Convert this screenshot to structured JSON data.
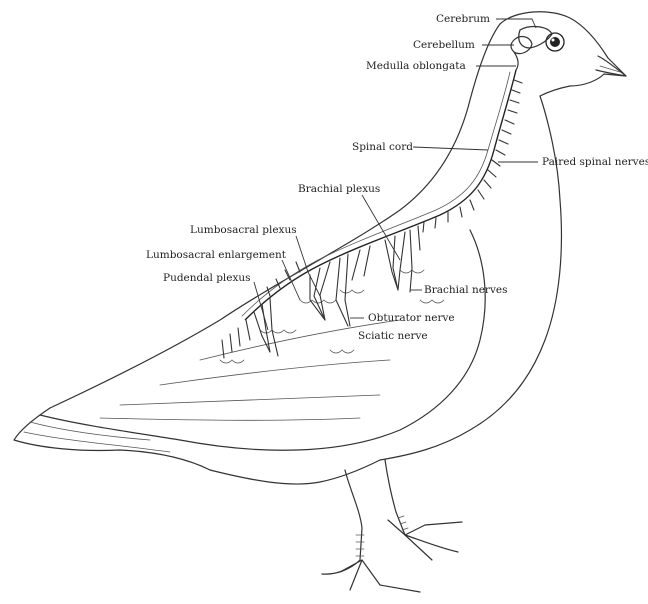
{
  "figure": {
    "background": "#ffffff",
    "ink_color": "#333333",
    "subject": "pigeon-nervous-system",
    "labels": [
      {
        "id": "cerebrum",
        "text": "Cerebrum"
      },
      {
        "id": "cerebellum",
        "text": "Cerebellum"
      },
      {
        "id": "medulla",
        "text": "Medulla oblongata"
      },
      {
        "id": "spinal-cord",
        "text": "Spinal cord"
      },
      {
        "id": "paired-spinal-nerves",
        "text": "Paired spinal nerves"
      },
      {
        "id": "brachial-plexus",
        "text": "Brachial plexus"
      },
      {
        "id": "lumbosacral-plexus",
        "text": "Lumbosacral plexus"
      },
      {
        "id": "lumbosacral-enlargement",
        "text": "Lumbosacral enlargement"
      },
      {
        "id": "pudendal-plexus",
        "text": "Pudendal plexus"
      },
      {
        "id": "brachial-nerves",
        "text": "Brachial nerves"
      },
      {
        "id": "obturator-nerve",
        "text": "Obturator nerve"
      },
      {
        "id": "sciatic-nerve",
        "text": "Sciatic nerve"
      }
    ]
  }
}
